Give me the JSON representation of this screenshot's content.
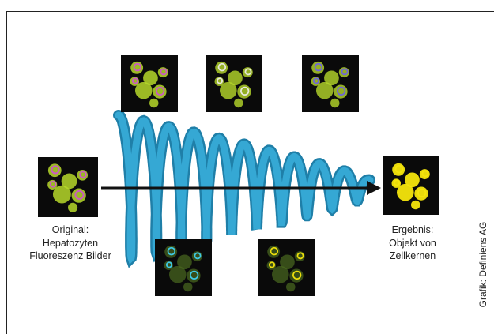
{
  "original_label": [
    "Original:",
    "Hepatozyten",
    "Fluoreszenz Bilder"
  ],
  "result_label": [
    "Ergebnis:",
    "Objekt von",
    "Zellkernen"
  ],
  "credit": "Grafik: Definiens AG",
  "colors": {
    "spiral": "#35a8d4",
    "spiral_dark": "#1f7fa8",
    "arrow": "#111111",
    "tile_bg": "#0a0a0a",
    "cell_green": "#b6d82a",
    "cell_magenta": "#d14fd6",
    "cell_cyan": "#3ed0f0",
    "cell_yellow": "#f5e60c",
    "cell_white": "#f0f0f0"
  },
  "tiles": [
    {
      "id": "original",
      "theme": "magenta-green"
    },
    {
      "id": "top-1",
      "theme": "magenta-green"
    },
    {
      "id": "top-2",
      "theme": "white-green"
    },
    {
      "id": "top-3",
      "theme": "blue-green"
    },
    {
      "id": "bottom-1",
      "theme": "cyan"
    },
    {
      "id": "bottom-2",
      "theme": "yellow-cyan"
    },
    {
      "id": "result",
      "theme": "yellow"
    }
  ]
}
